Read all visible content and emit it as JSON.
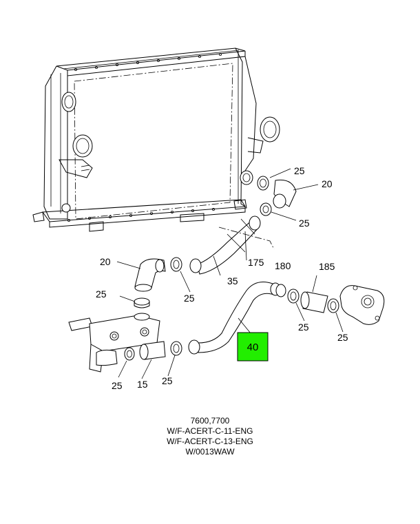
{
  "callouts": {
    "c25_a": "25",
    "c20_a": "20",
    "c25_b": "25",
    "c175": "175",
    "c180": "180",
    "c20_b": "20",
    "c35": "35",
    "c25_c": "25",
    "c25_d": "25",
    "c185": "185",
    "c40": "40",
    "c25_e": "25",
    "c25_f": "25",
    "c25_g": "25",
    "c15": "15",
    "c25_h": "25"
  },
  "highlight": {
    "label": "40",
    "color": "#22ee00"
  },
  "caption": {
    "line1": "7600,7700",
    "line2": "W/F-ACERT-C-11-ENG",
    "line3": "W/F-ACERT-C-13-ENG",
    "line4": "W/0013WAW"
  }
}
